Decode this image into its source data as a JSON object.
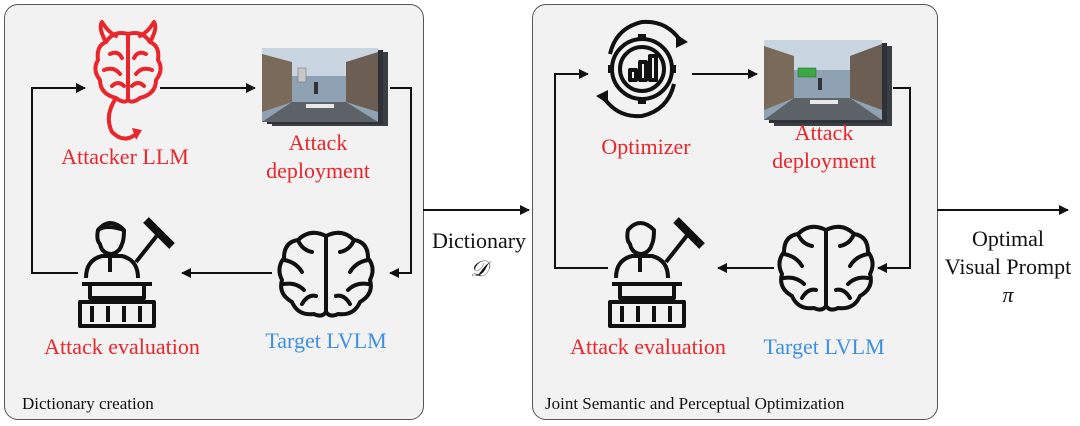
{
  "panels": {
    "left": {
      "caption": "Dictionary creation",
      "attacker_label": "Attacker LLM",
      "deploy_line1": "Attack",
      "deploy_line2": "deployment",
      "evaluation_label": "Attack evaluation",
      "target_label": "Target LVLM"
    },
    "right": {
      "caption": "Joint Semantic and Perceptual Optimization",
      "optimizer_label": "Optimizer",
      "deploy_line1": "Attack",
      "deploy_line2": "deployment",
      "evaluation_label": "Attack evaluation",
      "target_label": "Target LVLM"
    }
  },
  "between": {
    "dictionary_label": "Dictionary",
    "dictionary_symbol": "𝒟"
  },
  "output": {
    "line1": "Optimal",
    "line2": "Visual Prompt",
    "symbol": "π"
  },
  "colors": {
    "attacker": "#e8262b",
    "target": "#3f8fe0",
    "panel_bg": "#f2f2f2",
    "border": "#555555"
  },
  "icons": [
    "devil-brain-icon",
    "street-scene-thumbnail",
    "judge-icon",
    "brain-icon",
    "optimizer-gear-icon"
  ]
}
